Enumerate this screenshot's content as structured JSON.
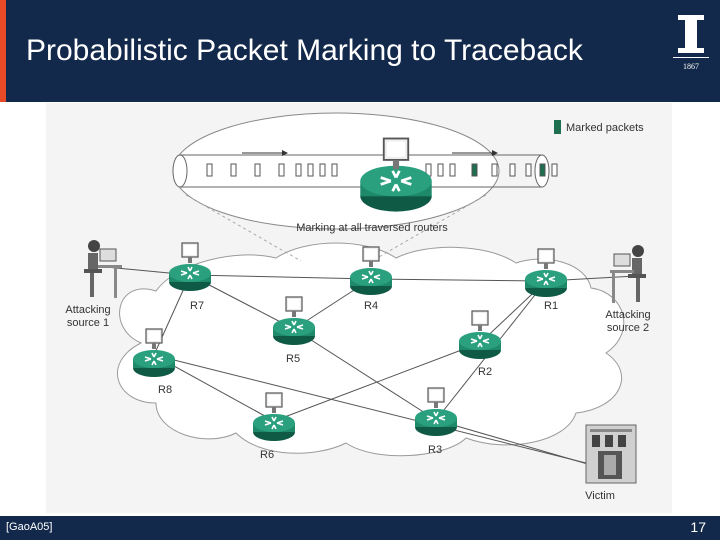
{
  "slide": {
    "title": "Probabilistic Packet Marking to Traceback",
    "citation": "[GaoA05]",
    "page_number": "17",
    "logo_year": "1867"
  },
  "diagram": {
    "legend": "Marked packets",
    "zoom_caption": "Marking at all traversed routers",
    "routers": [
      "R7",
      "R4",
      "R1",
      "R5",
      "R2",
      "R8",
      "R6",
      "R3"
    ],
    "attackers": [
      "Attacking source 1",
      "Attacking source 2"
    ],
    "attacker_lines": [
      [
        "Attacking",
        "source 1"
      ],
      [
        "Attacking",
        "source 2"
      ]
    ],
    "victim": "Victim"
  },
  "colors": {
    "header_bg": "#13294b",
    "accent": "#e84a27",
    "router": "#1e8a6a",
    "marked_packet": "#1e6e50"
  }
}
